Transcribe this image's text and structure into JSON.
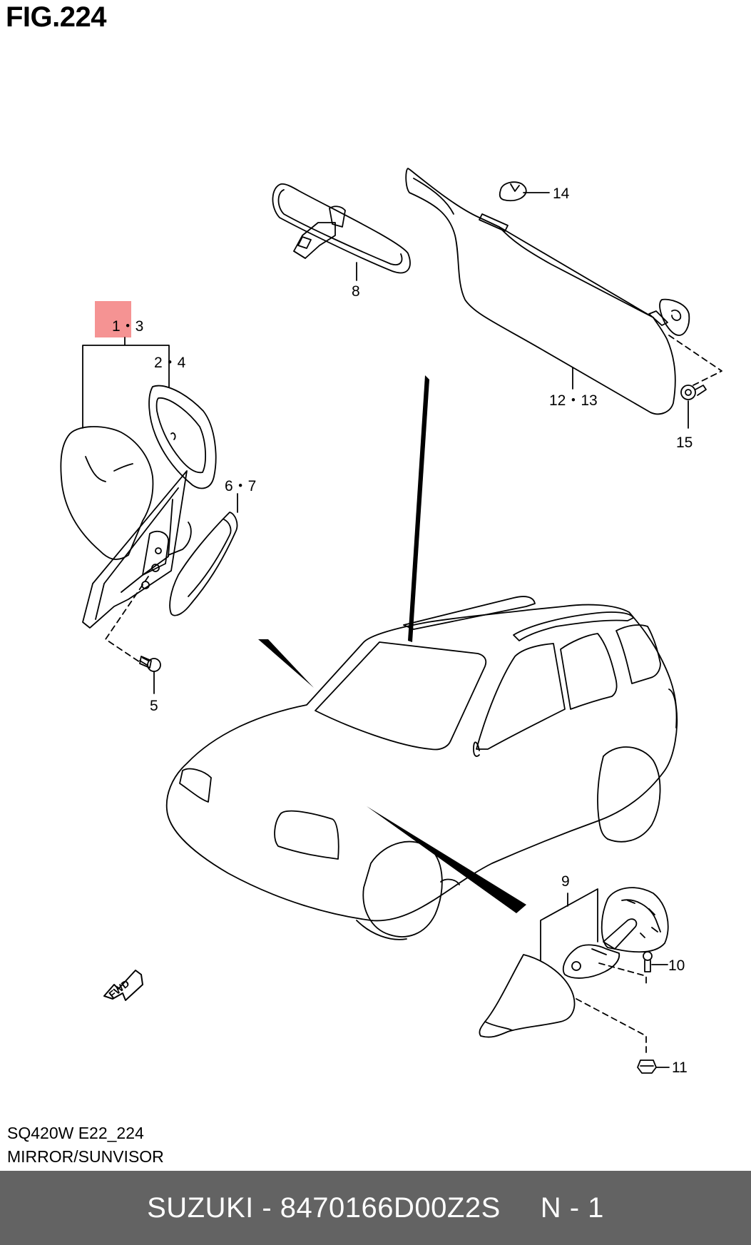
{
  "figure": {
    "title": "FIG.224"
  },
  "callouts": {
    "c1_3": "1・3",
    "c2_4": "2・4",
    "c5": "5",
    "c6_7": "6・7",
    "c8": "8",
    "c9": "9",
    "c10": "10",
    "c11": "11",
    "c12_13": "12・13",
    "c14": "14",
    "c15": "15"
  },
  "fwd_label": "FWD",
  "caption": {
    "code": "SQ420W E22_224",
    "section": "MIRROR/SUNVISOR"
  },
  "footer": {
    "part": "SUZUKI - 8470166D00Z2S",
    "page": "N - 1"
  },
  "colors": {
    "highlight": "#f59393",
    "footer_bg": "#636363",
    "footer_text": "#ffffff",
    "line": "#000000"
  }
}
